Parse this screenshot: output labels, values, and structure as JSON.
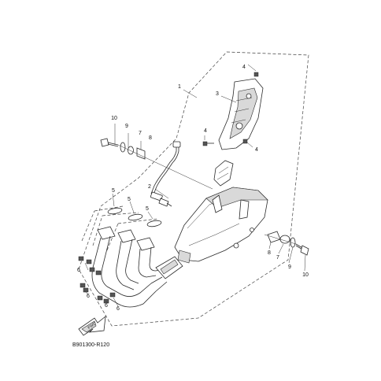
{
  "diagram": {
    "drawing_code": "B901300-R120",
    "fwd_badge": "FWD",
    "callouts": [
      {
        "id": "c1",
        "label": "1"
      },
      {
        "id": "c2",
        "label": "2"
      },
      {
        "id": "c3",
        "label": "3"
      },
      {
        "id": "c4a",
        "label": "4"
      },
      {
        "id": "c4b",
        "label": "4"
      },
      {
        "id": "c4c",
        "label": "4"
      },
      {
        "id": "c5a",
        "label": "5"
      },
      {
        "id": "c5b",
        "label": "5"
      },
      {
        "id": "c5c",
        "label": "5"
      },
      {
        "id": "c6a",
        "label": "6"
      },
      {
        "id": "c6b",
        "label": "6"
      },
      {
        "id": "c6c",
        "label": "6"
      },
      {
        "id": "c6d",
        "label": "6"
      },
      {
        "id": "c7a",
        "label": "7"
      },
      {
        "id": "c7b",
        "label": "7"
      },
      {
        "id": "c8a",
        "label": "8"
      },
      {
        "id": "c8b",
        "label": "8"
      },
      {
        "id": "c9a",
        "label": "9"
      },
      {
        "id": "c9b",
        "label": "9"
      },
      {
        "id": "c10a",
        "label": "10"
      },
      {
        "id": "c10b",
        "label": "10"
      }
    ]
  }
}
